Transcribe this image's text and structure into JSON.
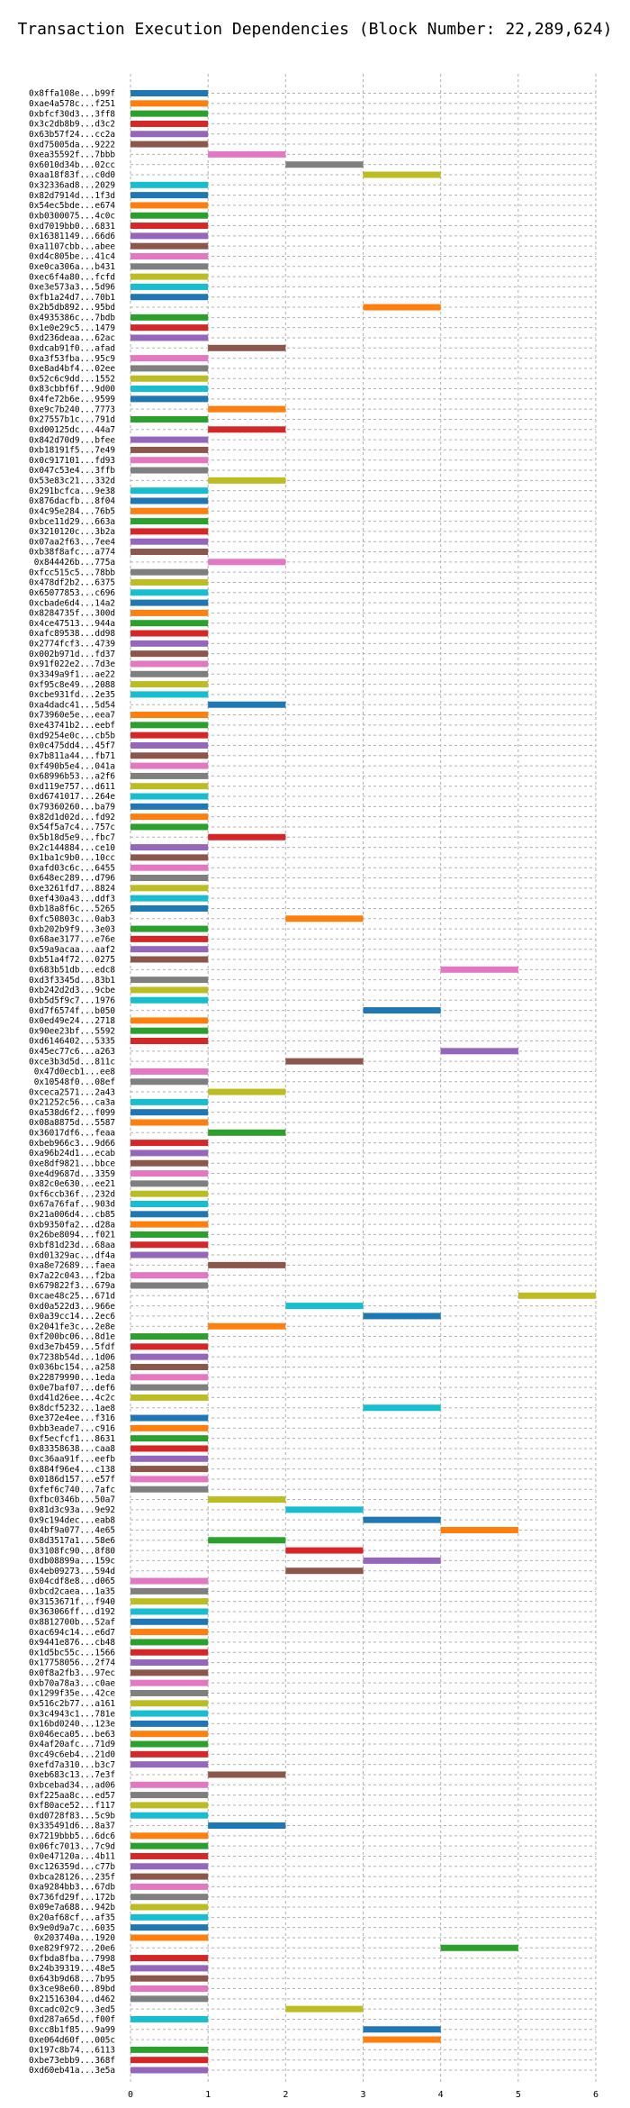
{
  "chart_data": {
    "type": "bar",
    "orientation": "horizontal",
    "title": "Transaction Execution Dependencies (Block Number: 22,289,624)",
    "xlabel": "",
    "ylabel": "",
    "xlim": [
      0,
      6
    ],
    "xticks": [
      "0",
      "1",
      "2",
      "3",
      "4",
      "5",
      "6"
    ],
    "grid": true,
    "colors": [
      "#1f77b4",
      "#ff7f0e",
      "#2ca02c",
      "#d62728",
      "#9467bd",
      "#8c564b",
      "#e377c2",
      "#7f7f7f",
      "#bcbd22",
      "#17becf"
    ],
    "rows": [
      {
        "tx": "0x8ffa108e...b99f",
        "start": 0,
        "end": 1
      },
      {
        "tx": "0xae4a578c...f251",
        "start": 0,
        "end": 1
      },
      {
        "tx": "0xbfcf30d3...3ff8",
        "start": 0,
        "end": 1
      },
      {
        "tx": "0x3c2db8b9...d3c2",
        "start": 0,
        "end": 1
      },
      {
        "tx": "0x63b57f24...cc2a",
        "start": 0,
        "end": 1
      },
      {
        "tx": "0xd75005da...9222",
        "start": 0,
        "end": 1
      },
      {
        "tx": "0xea35592f...7bbb",
        "start": 1,
        "end": 2
      },
      {
        "tx": "0x6010d34b...02cc",
        "start": 2,
        "end": 3
      },
      {
        "tx": "0xaa18f83f...c0d0",
        "start": 3,
        "end": 4
      },
      {
        "tx": "0x32336ad8...2029",
        "start": 0,
        "end": 1
      },
      {
        "tx": "0x82d7914d...1f3d",
        "start": 0,
        "end": 1
      },
      {
        "tx": "0x54ec5bde...e674",
        "start": 0,
        "end": 1
      },
      {
        "tx": "0xb0300075...4c0c",
        "start": 0,
        "end": 1
      },
      {
        "tx": "0xd7019bb0...6831",
        "start": 0,
        "end": 1
      },
      {
        "tx": "0x16381149...66d6",
        "start": 0,
        "end": 1
      },
      {
        "tx": "0xa1107cbb...abee",
        "start": 0,
        "end": 1
      },
      {
        "tx": "0xd4c805be...41c4",
        "start": 0,
        "end": 1
      },
      {
        "tx": "0xe0ca306a...b431",
        "start": 0,
        "end": 1
      },
      {
        "tx": "0xec6f4a80...fcfd",
        "start": 0,
        "end": 1
      },
      {
        "tx": "0xe3e573a3...5d96",
        "start": 0,
        "end": 1
      },
      {
        "tx": "0xfb1a24d7...70b1",
        "start": 0,
        "end": 1
      },
      {
        "tx": "0x2b5db892...95bd",
        "start": 3,
        "end": 4
      },
      {
        "tx": "0x4935386c...7bdb",
        "start": 0,
        "end": 1
      },
      {
        "tx": "0x1e0e29c5...1479",
        "start": 0,
        "end": 1
      },
      {
        "tx": "0xd236deaa...62ac",
        "start": 0,
        "end": 1
      },
      {
        "tx": "0xdcab91f0...afad",
        "start": 1,
        "end": 2
      },
      {
        "tx": "0xa3f53fba...95c9",
        "start": 0,
        "end": 1
      },
      {
        "tx": "0xe8ad4bf4...02ee",
        "start": 0,
        "end": 1
      },
      {
        "tx": "0x52c6c9dd...1552",
        "start": 0,
        "end": 1
      },
      {
        "tx": "0x83cbbf6f...9d00",
        "start": 0,
        "end": 1
      },
      {
        "tx": "0x4fe72b6e...9599",
        "start": 0,
        "end": 1
      },
      {
        "tx": "0xe9c7b240...7773",
        "start": 1,
        "end": 2
      },
      {
        "tx": "0x27557b1c...791d",
        "start": 0,
        "end": 1
      },
      {
        "tx": "0xd00125dc...44a7",
        "start": 1,
        "end": 2
      },
      {
        "tx": "0x842d70d9...bfee",
        "start": 0,
        "end": 1
      },
      {
        "tx": "0xb18191f5...7e49",
        "start": 0,
        "end": 1
      },
      {
        "tx": "0x0c917101...fd93",
        "start": 0,
        "end": 1
      },
      {
        "tx": "0x047c53e4...3ffb",
        "start": 0,
        "end": 1
      },
      {
        "tx": "0x53e83c21...332d",
        "start": 1,
        "end": 2
      },
      {
        "tx": "0x291bcfca...9e38",
        "start": 0,
        "end": 1
      },
      {
        "tx": "0x876dacfb...8f04",
        "start": 0,
        "end": 1
      },
      {
        "tx": "0x4c95e284...76b5",
        "start": 0,
        "end": 1
      },
      {
        "tx": "0xbce11d29...663a",
        "start": 0,
        "end": 1
      },
      {
        "tx": "0x3210120c...3b2a",
        "start": 0,
        "end": 1
      },
      {
        "tx": "0x07aa2f63...7ee4",
        "start": 0,
        "end": 1
      },
      {
        "tx": "0xb38f8afc...a774",
        "start": 0,
        "end": 1
      },
      {
        "tx": "0x844426b...775a",
        "start": 1,
        "end": 2
      },
      {
        "tx": "0xfcc515c5...78bb",
        "start": 0,
        "end": 1
      },
      {
        "tx": "0x478df2b2...6375",
        "start": 0,
        "end": 1
      },
      {
        "tx": "0x65077853...c696",
        "start": 0,
        "end": 1
      },
      {
        "tx": "0xcbade6d4...14a2",
        "start": 0,
        "end": 1
      },
      {
        "tx": "0x8284735f...300d",
        "start": 0,
        "end": 1
      },
      {
        "tx": "0x4ce47513...944a",
        "start": 0,
        "end": 1
      },
      {
        "tx": "0xafc89538...dd98",
        "start": 0,
        "end": 1
      },
      {
        "tx": "0x2774fcf3...4739",
        "start": 0,
        "end": 1
      },
      {
        "tx": "0x002b971d...fd37",
        "start": 0,
        "end": 1
      },
      {
        "tx": "0x91f022e2...7d3e",
        "start": 0,
        "end": 1
      },
      {
        "tx": "0x3349a9f1...ae22",
        "start": 0,
        "end": 1
      },
      {
        "tx": "0xf95c8e49...2088",
        "start": 0,
        "end": 1
      },
      {
        "tx": "0xcbe931fd...2e35",
        "start": 0,
        "end": 1
      },
      {
        "tx": "0xa4dadc41...5d54",
        "start": 1,
        "end": 2
      },
      {
        "tx": "0x73960e5e...eea7",
        "start": 0,
        "end": 1
      },
      {
        "tx": "0xe43741b2...eebf",
        "start": 0,
        "end": 1
      },
      {
        "tx": "0xd9254e0c...cb5b",
        "start": 0,
        "end": 1
      },
      {
        "tx": "0x0c475dd4...45f7",
        "start": 0,
        "end": 1
      },
      {
        "tx": "0x7b811a44...fb71",
        "start": 0,
        "end": 1
      },
      {
        "tx": "0xf490b5e4...041a",
        "start": 0,
        "end": 1
      },
      {
        "tx": "0x68996b53...a2f6",
        "start": 0,
        "end": 1
      },
      {
        "tx": "0xd119e757...d611",
        "start": 0,
        "end": 1
      },
      {
        "tx": "0xd6741017...264e",
        "start": 0,
        "end": 1
      },
      {
        "tx": "0x79360260...ba79",
        "start": 0,
        "end": 1
      },
      {
        "tx": "0x82d1d02d...fd92",
        "start": 0,
        "end": 1
      },
      {
        "tx": "0x54f5a7c4...757c",
        "start": 0,
        "end": 1
      },
      {
        "tx": "0x5b18d5e9...fbc7",
        "start": 1,
        "end": 2
      },
      {
        "tx": "0x2c144884...ce10",
        "start": 0,
        "end": 1
      },
      {
        "tx": "0x1ba1c9b0...10cc",
        "start": 0,
        "end": 1
      },
      {
        "tx": "0xafd03c6c...6455",
        "start": 0,
        "end": 1
      },
      {
        "tx": "0x648ec289...d796",
        "start": 0,
        "end": 1
      },
      {
        "tx": "0xe3261fd7...8824",
        "start": 0,
        "end": 1
      },
      {
        "tx": "0xef430a43...ddf3",
        "start": 0,
        "end": 1
      },
      {
        "tx": "0xb18a8f6c...5265",
        "start": 0,
        "end": 1
      },
      {
        "tx": "0xfc50803c...0ab3",
        "start": 2,
        "end": 3
      },
      {
        "tx": "0xb202b9f9...3e03",
        "start": 0,
        "end": 1
      },
      {
        "tx": "0x68ae3177...e76e",
        "start": 0,
        "end": 1
      },
      {
        "tx": "0x59a9acaa...aaf2",
        "start": 0,
        "end": 1
      },
      {
        "tx": "0xb51a4f72...0275",
        "start": 0,
        "end": 1
      },
      {
        "tx": "0x683b51db...edc8",
        "start": 4,
        "end": 5
      },
      {
        "tx": "0xd3f3345d...83b1",
        "start": 0,
        "end": 1
      },
      {
        "tx": "0xb242d2d3...9cbe",
        "start": 0,
        "end": 1
      },
      {
        "tx": "0xb5d5f9c7...1976",
        "start": 0,
        "end": 1
      },
      {
        "tx": "0xd7f6574f...b050",
        "start": 3,
        "end": 4
      },
      {
        "tx": "0x0ed49e24...2718",
        "start": 0,
        "end": 1
      },
      {
        "tx": "0x90ee23bf...5592",
        "start": 0,
        "end": 1
      },
      {
        "tx": "0xd6146402...5335",
        "start": 0,
        "end": 1
      },
      {
        "tx": "0x45ec77c6...a263",
        "start": 4,
        "end": 5
      },
      {
        "tx": "0xce3b3d5d...811c",
        "start": 2,
        "end": 3
      },
      {
        "tx": "0x47d0ecb1...ee8",
        "start": 0,
        "end": 1
      },
      {
        "tx": "0x10548f0...08ef",
        "start": 0,
        "end": 1
      },
      {
        "tx": "0xceca2571...2a43",
        "start": 1,
        "end": 2
      },
      {
        "tx": "0x21252c56...ca3a",
        "start": 0,
        "end": 1
      },
      {
        "tx": "0xa538d6f2...f099",
        "start": 0,
        "end": 1
      },
      {
        "tx": "0x08a8875d...5587",
        "start": 0,
        "end": 1
      },
      {
        "tx": "0x36017df6...feaa",
        "start": 1,
        "end": 2
      },
      {
        "tx": "0xbeb966c3...9d66",
        "start": 0,
        "end": 1
      },
      {
        "tx": "0xa96b24d1...ecab",
        "start": 0,
        "end": 1
      },
      {
        "tx": "0xe8df9821...bbce",
        "start": 0,
        "end": 1
      },
      {
        "tx": "0xe4d9687d...3359",
        "start": 0,
        "end": 1
      },
      {
        "tx": "0x82c0e630...ee21",
        "start": 0,
        "end": 1
      },
      {
        "tx": "0xf6ccb36f...232d",
        "start": 0,
        "end": 1
      },
      {
        "tx": "0x67a76faf...903d",
        "start": 0,
        "end": 1
      },
      {
        "tx": "0x21a006d4...cb85",
        "start": 0,
        "end": 1
      },
      {
        "tx": "0xb9350fa2...d28a",
        "start": 0,
        "end": 1
      },
      {
        "tx": "0x26be8094...f021",
        "start": 0,
        "end": 1
      },
      {
        "tx": "0xbf81d23d...68aa",
        "start": 0,
        "end": 1
      },
      {
        "tx": "0xd01329ac...df4a",
        "start": 0,
        "end": 1
      },
      {
        "tx": "0xa8e72689...faea",
        "start": 1,
        "end": 2
      },
      {
        "tx": "0x7a22c043...f2ba",
        "start": 0,
        "end": 1
      },
      {
        "tx": "0x679822f3...679a",
        "start": 0,
        "end": 1
      },
      {
        "tx": "0xcae48c25...671d",
        "start": 5,
        "end": 6
      },
      {
        "tx": "0xd0a522d3...966e",
        "start": 2,
        "end": 3
      },
      {
        "tx": "0x0a39cc14...2ec6",
        "start": 3,
        "end": 4
      },
      {
        "tx": "0x2041fe3c...2e8e",
        "start": 1,
        "end": 2
      },
      {
        "tx": "0xf200bc06...8d1e",
        "start": 0,
        "end": 1
      },
      {
        "tx": "0xd3e7b459...5fdf",
        "start": 0,
        "end": 1
      },
      {
        "tx": "0x7238b54d...1d06",
        "start": 0,
        "end": 1
      },
      {
        "tx": "0x036bc154...a258",
        "start": 0,
        "end": 1
      },
      {
        "tx": "0x22879990...1eda",
        "start": 0,
        "end": 1
      },
      {
        "tx": "0x0e7baf07...def6",
        "start": 0,
        "end": 1
      },
      {
        "tx": "0xd41d26ee...4c2c",
        "start": 0,
        "end": 1
      },
      {
        "tx": "0x8dcf5232...1ae8",
        "start": 3,
        "end": 4
      },
      {
        "tx": "0xe372e4ee...f316",
        "start": 0,
        "end": 1
      },
      {
        "tx": "0xbb3eade7...c916",
        "start": 0,
        "end": 1
      },
      {
        "tx": "0xf5ecfcf1...8631",
        "start": 0,
        "end": 1
      },
      {
        "tx": "0x83358638...caa8",
        "start": 0,
        "end": 1
      },
      {
        "tx": "0xc36aa91f...eefb",
        "start": 0,
        "end": 1
      },
      {
        "tx": "0x884f96e4...c138",
        "start": 0,
        "end": 1
      },
      {
        "tx": "0x0186d157...e57f",
        "start": 0,
        "end": 1
      },
      {
        "tx": "0xfef6c740...7afc",
        "start": 0,
        "end": 1
      },
      {
        "tx": "0xfbc0346b...50a7",
        "start": 1,
        "end": 2
      },
      {
        "tx": "0x81d3c93a...9e92",
        "start": 2,
        "end": 3
      },
      {
        "tx": "0x9c194dec...eab8",
        "start": 3,
        "end": 4
      },
      {
        "tx": "0x4bf9a077...4e65",
        "start": 4,
        "end": 5
      },
      {
        "tx": "0x8d3517a1...58e6",
        "start": 1,
        "end": 2
      },
      {
        "tx": "0x3108fc90...8f80",
        "start": 2,
        "end": 3
      },
      {
        "tx": "0xdb08899a...159c",
        "start": 3,
        "end": 4
      },
      {
        "tx": "0x4eb09273...594d",
        "start": 2,
        "end": 3
      },
      {
        "tx": "0x04cdf8e8...d065",
        "start": 0,
        "end": 1
      },
      {
        "tx": "0xbcd2caea...1a35",
        "start": 0,
        "end": 1
      },
      {
        "tx": "0x3153671f...f940",
        "start": 0,
        "end": 1
      },
      {
        "tx": "0x363066ff...d192",
        "start": 0,
        "end": 1
      },
      {
        "tx": "0x8812700b...52af",
        "start": 0,
        "end": 1
      },
      {
        "tx": "0xac694c14...e6d7",
        "start": 0,
        "end": 1
      },
      {
        "tx": "0x9441e876...cb48",
        "start": 0,
        "end": 1
      },
      {
        "tx": "0x1d5bc55c...1566",
        "start": 0,
        "end": 1
      },
      {
        "tx": "0x17758056...2f74",
        "start": 0,
        "end": 1
      },
      {
        "tx": "0x0f8a2fb3...97ec",
        "start": 0,
        "end": 1
      },
      {
        "tx": "0xb70a78a3...c0ae",
        "start": 0,
        "end": 1
      },
      {
        "tx": "0x1299f35e...42ce",
        "start": 0,
        "end": 1
      },
      {
        "tx": "0x516c2b77...a161",
        "start": 0,
        "end": 1
      },
      {
        "tx": "0x3c4943c1...781e",
        "start": 0,
        "end": 1
      },
      {
        "tx": "0x16bd0240...123e",
        "start": 0,
        "end": 1
      },
      {
        "tx": "0x046eca05...be63",
        "start": 0,
        "end": 1
      },
      {
        "tx": "0x4af20afc...71d9",
        "start": 0,
        "end": 1
      },
      {
        "tx": "0xc49c6eb4...21d0",
        "start": 0,
        "end": 1
      },
      {
        "tx": "0xefd7a310...b3c7",
        "start": 0,
        "end": 1
      },
      {
        "tx": "0xeb683c13...7e3f",
        "start": 1,
        "end": 2
      },
      {
        "tx": "0xbcebad34...ad06",
        "start": 0,
        "end": 1
      },
      {
        "tx": "0xf225aa8c...ed57",
        "start": 0,
        "end": 1
      },
      {
        "tx": "0xf80ace52...f117",
        "start": 0,
        "end": 1
      },
      {
        "tx": "0xd0728f83...5c9b",
        "start": 0,
        "end": 1
      },
      {
        "tx": "0x335491d6...8a37",
        "start": 1,
        "end": 2
      },
      {
        "tx": "0x7219bbb5...6dc6",
        "start": 0,
        "end": 1
      },
      {
        "tx": "0x06fc7013...7c9d",
        "start": 0,
        "end": 1
      },
      {
        "tx": "0x0e47120a...4b11",
        "start": 0,
        "end": 1
      },
      {
        "tx": "0xc126359d...c77b",
        "start": 0,
        "end": 1
      },
      {
        "tx": "0xbca28126...235f",
        "start": 0,
        "end": 1
      },
      {
        "tx": "0xa9284bb3...67db",
        "start": 0,
        "end": 1
      },
      {
        "tx": "0x736fd29f...172b",
        "start": 0,
        "end": 1
      },
      {
        "tx": "0x09e7a688...942b",
        "start": 0,
        "end": 1
      },
      {
        "tx": "0x20af68cf...af35",
        "start": 0,
        "end": 1
      },
      {
        "tx": "0x9e0d9a7c...6035",
        "start": 0,
        "end": 1
      },
      {
        "tx": "0x203740a...1920",
        "start": 0,
        "end": 1
      },
      {
        "tx": "0xe829f972...20e6",
        "start": 4,
        "end": 5
      },
      {
        "tx": "0xfbda8fba...7998",
        "start": 0,
        "end": 1
      },
      {
        "tx": "0x24b39319...48e5",
        "start": 0,
        "end": 1
      },
      {
        "tx": "0x643b9d68...7b95",
        "start": 0,
        "end": 1
      },
      {
        "tx": "0x3ce98e60...89bd",
        "start": 0,
        "end": 1
      },
      {
        "tx": "0x21516304...d462",
        "start": 0,
        "end": 1
      },
      {
        "tx": "0xcadc02c9...3ed5",
        "start": 2,
        "end": 3
      },
      {
        "tx": "0xd287a65d...f00f",
        "start": 0,
        "end": 1
      },
      {
        "tx": "0xcc8b1f85...9a99",
        "start": 3,
        "end": 4
      },
      {
        "tx": "0xe064d60f...005c",
        "start": 3,
        "end": 4
      },
      {
        "tx": "0x197c8b74...6113",
        "start": 0,
        "end": 1
      },
      {
        "tx": "0xbe73ebb9...368f",
        "start": 0,
        "end": 1
      },
      {
        "tx": "0xd60eb41a...3e5a",
        "start": 0,
        "end": 1
      }
    ]
  }
}
